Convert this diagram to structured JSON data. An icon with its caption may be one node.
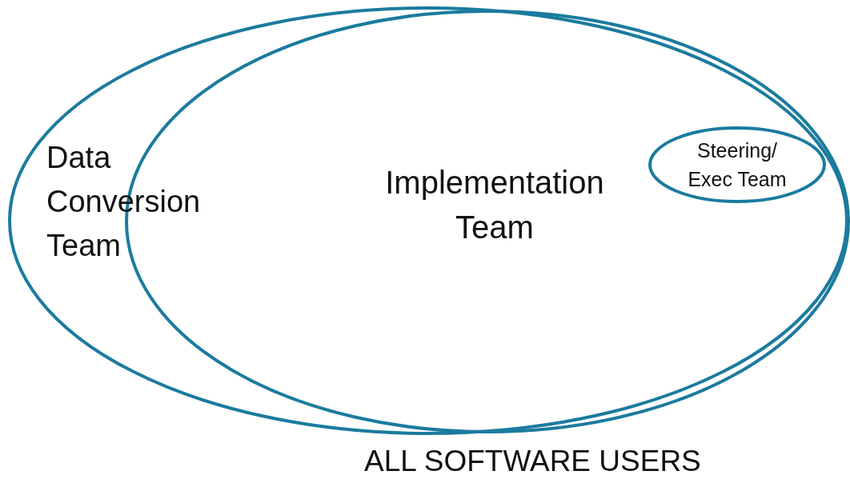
{
  "diagram": {
    "nodes": [
      {
        "text": [
          "Data Conversion Team"
        ]
      },
      {
        "text": [
          "Implementation Team"
        ],
        "in": 0
      },
      {
        "text": [
          "Steering/ Exec Team"
        ],
        "in": 1
      }
    ],
    "labels": [
      "ALL SOFTWARE USERS"
    ]
  }
}
